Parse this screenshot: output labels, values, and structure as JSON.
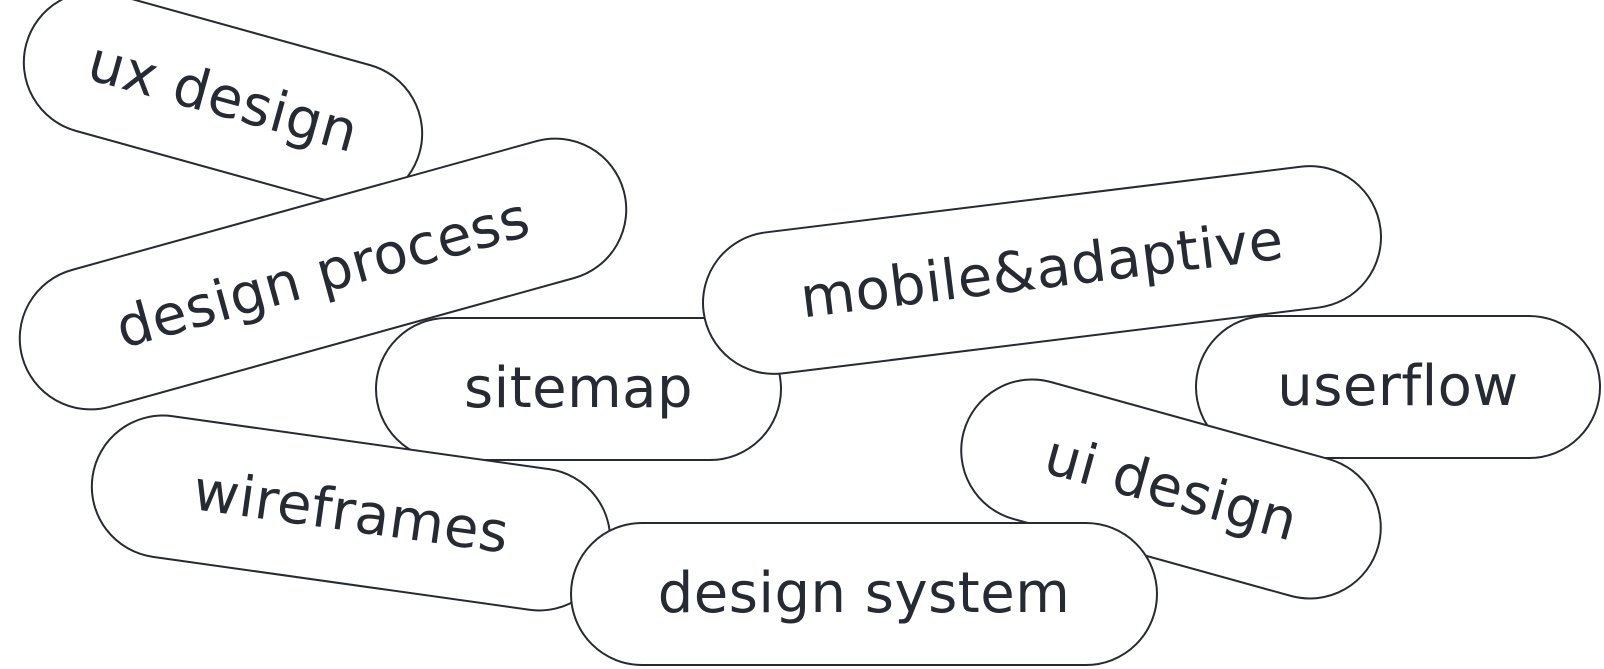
{
  "colors": {
    "background": "#ffffff",
    "ink": "#262a32"
  },
  "tags": {
    "ux_design": "ux design",
    "design_process": "design process",
    "sitemap": "sitemap",
    "mobile_adaptive": "mobile&adaptive",
    "userflow": "userflow",
    "ui_design": "ui design",
    "wireframes": "wireframes",
    "design_system": "design system"
  }
}
